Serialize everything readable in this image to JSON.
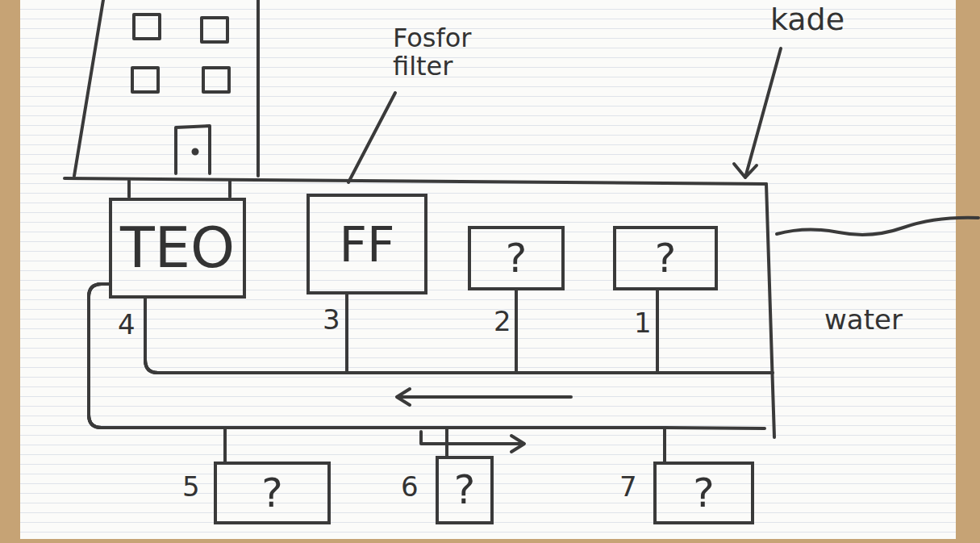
{
  "diagram": {
    "nodes": [
      {
        "text": [
          "TEO"
        ]
      },
      {
        "text": [
          "FF"
        ]
      },
      {
        "text": [
          "?"
        ]
      },
      {
        "text": [
          "?"
        ]
      },
      {
        "text": [
          "?"
        ]
      },
      {
        "text": [
          "?"
        ]
      },
      {
        "text": [
          "?"
        ]
      }
    ],
    "edges": [
      {
        "from": 1,
        "to": 0,
        "arrow": "none"
      },
      {
        "from": 2,
        "to": 0,
        "arrow": "none"
      },
      {
        "from": 3,
        "to": 0,
        "arrow": "none"
      },
      {
        "from": 0,
        "to": 4,
        "arrow": "none"
      },
      {
        "from": 0,
        "to": 5,
        "arrow": "none"
      },
      {
        "from": 0,
        "to": 6,
        "arrow": "none"
      }
    ],
    "labels": [
      "Fosfor filter",
      "kade",
      "water",
      "4",
      "3",
      "2",
      "1",
      "5",
      "6",
      "7"
    ]
  }
}
